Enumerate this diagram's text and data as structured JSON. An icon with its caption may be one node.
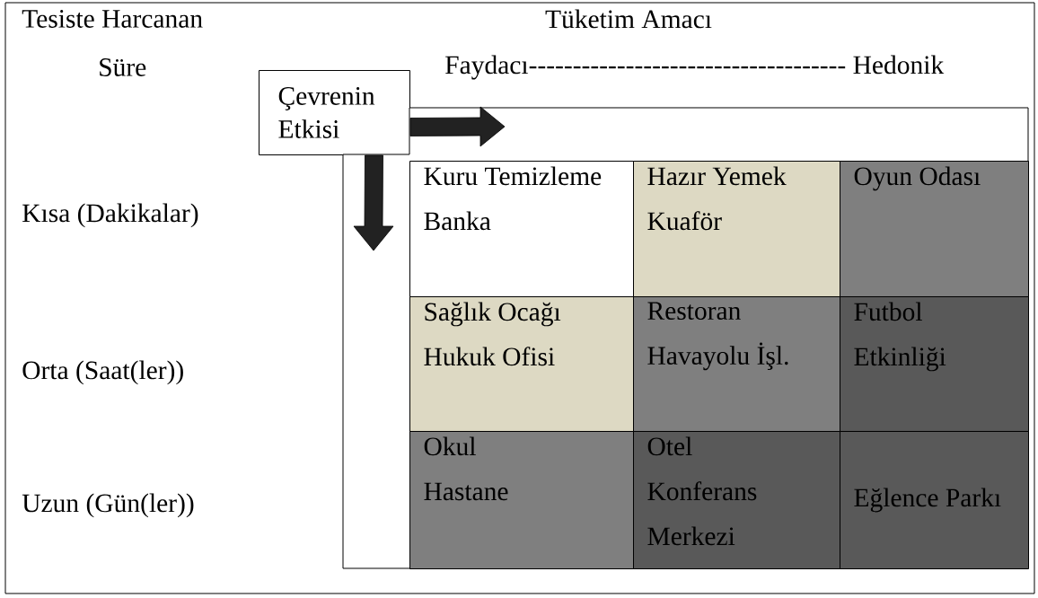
{
  "diagram": {
    "nodes": [
      {
        "text": [
          "Çevrenin Etkisi"
        ]
      },
      {
        "text": [],
        "shape": "box"
      },
      {
        "text": [
          "Kuru Temizleme",
          "Banka"
        ],
        "in": 1
      },
      {
        "text": [
          "Hazır Yemek",
          "Kuaför"
        ],
        "in": 1
      },
      {
        "text": [
          "Oyun Odası"
        ],
        "in": 1
      },
      {
        "text": [
          "Sağlık Ocağı",
          "Hukuk Ofisi"
        ],
        "in": 1
      },
      {
        "text": [
          "Restoran",
          "Havayolu İşl."
        ],
        "in": 1
      },
      {
        "text": [
          "Futbol",
          "Etkinliği"
        ],
        "in": 1
      },
      {
        "text": [
          "Okul",
          "Hastane"
        ],
        "in": 1
      },
      {
        "text": [
          "Otel",
          "Konferans",
          "Merkezi"
        ],
        "in": 1
      },
      {
        "text": [
          "Eğlence Parkı"
        ],
        "in": 1
      }
    ],
    "edges": [
      {
        "from": 0,
        "to": 1,
        "arrow": "to"
      },
      {
        "from": 0,
        "to": 1,
        "arrow": "to"
      }
    ],
    "labels": [
      "Tesiste Harcanan",
      "Tüketim Amacı",
      "Süre",
      "Faydacı------------------------------------ Hedonik",
      "Kısa (Dakikalar)",
      "Orta (Saat(ler))",
      "Uzun (Gün(ler))"
    ]
  }
}
